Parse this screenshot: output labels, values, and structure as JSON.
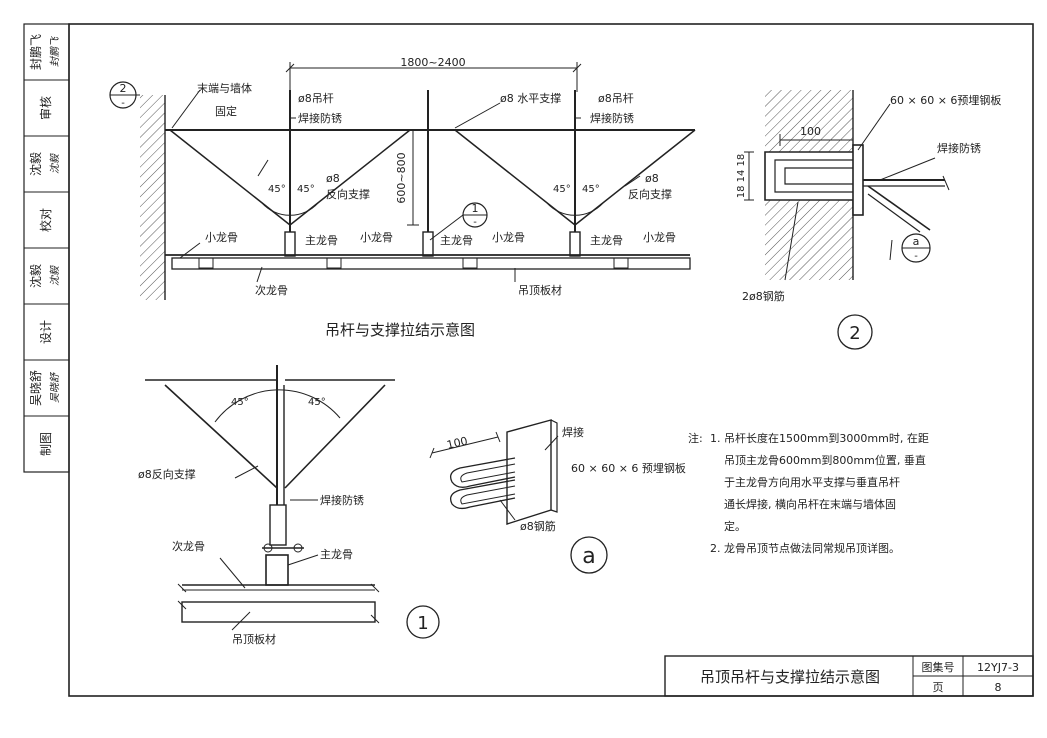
{
  "sidebar": {
    "rows": [
      {
        "role": "封鹏飞",
        "signature": "封鹏飞"
      },
      {
        "role": "审核",
        "signature": ""
      },
      {
        "role": "沈毅",
        "signature": "沈毅"
      },
      {
        "role": "校对",
        "signature": ""
      },
      {
        "role": "沈毅",
        "signature": "沈毅"
      },
      {
        "role": "设计",
        "signature": ""
      },
      {
        "role": "吴晓舒",
        "signature": "吴晓舒"
      },
      {
        "role": "制图",
        "signature": ""
      }
    ]
  },
  "main_diagram": {
    "title": "吊杆与支撑拉结示意图",
    "span": "1800~2400",
    "height": "600~800",
    "ref_2": "2",
    "ref_1": "1",
    "labels": {
      "end_fix_1": "末端与墙体",
      "end_fix_2": "固定",
      "rod_left": "ø8吊杆",
      "weld_left": "焊接防锈",
      "horizontal": "ø8 水平支撑",
      "rod_right": "ø8吊杆",
      "weld_right": "焊接防锈",
      "brace_left_1": "ø8",
      "brace_left_2": "反向支撑",
      "brace_right_1": "ø8",
      "brace_right_2": "反向支撑",
      "angle": "45°",
      "small_keel": "小龙骨",
      "main_keel": "主龙骨",
      "sub_keel": "次龙骨",
      "board": "吊顶板材"
    }
  },
  "detail_1": {
    "number": "1",
    "angle": "45°",
    "brace": "ø8反向支撑",
    "weld": "焊接防锈",
    "sub_keel": "次龙骨",
    "main_keel": "主龙骨",
    "board": "吊顶板材"
  },
  "detail_a": {
    "number": "a",
    "dim": "100",
    "weld": "焊接",
    "plate": "60 × 60 × 6 预埋钢板",
    "rebar": "ø8钢筋"
  },
  "detail_2": {
    "number": "2",
    "plate": "60 × 60 × 6预埋钢板",
    "dim": "100",
    "weld": "焊接防锈",
    "vdims": "18 14 18",
    "rebar": "2ø8钢筋",
    "ref_a": "a"
  },
  "notes": {
    "prefix": "注:",
    "items": [
      {
        "no": "1.",
        "lines": [
          "吊杆长度在1500mm到3000mm时, 在距",
          "吊顶主龙骨600mm到800mm位置, 垂直",
          "于主龙骨方向用水平支撑与垂直吊杆",
          "通长焊接, 横向吊杆在末端与墙体固",
          "定。"
        ]
      },
      {
        "no": "2.",
        "lines": [
          "龙骨吊顶节点做法同常规吊顶详图。"
        ]
      }
    ]
  },
  "title_block": {
    "title": "吊顶吊杆与支撑拉结示意图",
    "atlas_label": "图集号",
    "atlas_no": "12YJ7-3",
    "page_label": "页",
    "page_no": "8"
  }
}
